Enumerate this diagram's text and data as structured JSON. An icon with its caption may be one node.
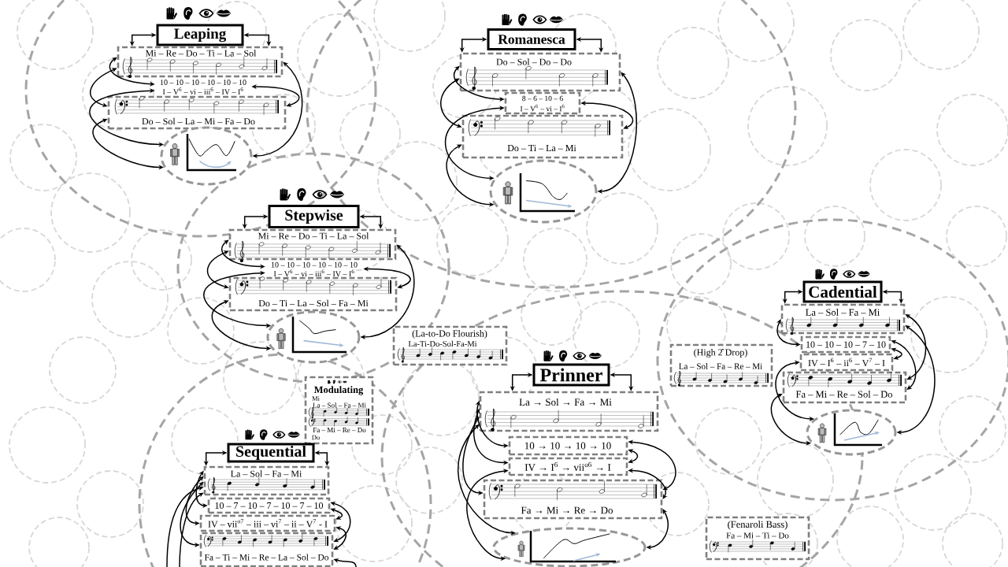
{
  "diagram": {
    "nodes": [
      {
        "text": [
          "Leaping"
        ]
      },
      {
        "text": [
          "Mi – Re – Do – Ti – La – Sol"
        ]
      },
      {
        "text": [
          "10 – 10 – 10 – 10 – 10 – 10",
          "I – V$^{6}$ – vi – iii$^{6}$ – IV – I$^{6}$"
        ]
      },
      {
        "text": [
          "Do – Sol – La – Mi – Fa – Do"
        ]
      },
      {
        "text": [],
        "shape": "ellipse"
      },
      {
        "text": [
          "Romanesca"
        ]
      },
      {
        "text": [
          "Do – Sol – Do – Do"
        ]
      },
      {
        "text": [
          "8 – 6 – 10 – 6",
          "I – V$^{6}$ – vi – I$^{6}$"
        ]
      },
      {
        "text": [
          "Do – Ti – La – Mi"
        ]
      },
      {
        "text": [],
        "shape": "ellipse"
      },
      {
        "text": [
          "Stepwise"
        ]
      },
      {
        "text": [
          "Mi – Re – Do – Ti – La – Sol"
        ]
      },
      {
        "text": [
          "10 – 10 – 10 – 10 – 10 – 10",
          "I – V$^{6}$ – vi – iii$^{6}$ – IV – I$^{6}$"
        ]
      },
      {
        "text": [
          "Do – Ti – La – Sol – Fa – Mi"
        ]
      },
      {
        "text": [],
        "shape": "ellipse"
      },
      {
        "text": [
          "Cadential"
        ]
      },
      {
        "text": [
          "La – Sol – Fa – Mi"
        ]
      },
      {
        "text": [
          "10 – 10 – 10 – 7 – 10"
        ]
      },
      {
        "text": [
          "IV – I$^{6}$ – ii$^{6}$ – V$^{7}$ – I"
        ]
      },
      {
        "text": [
          "Fa – Mi – Re – Sol – Do"
        ]
      },
      {
        "text": [],
        "shape": "ellipse"
      },
      {
        "text": [
          "(La-to-Do Flourish)",
          "La-Ti-Do-Sol-Fa-Mi"
        ]
      },
      {
        "text": [
          "(High 2̂ Drop)",
          "La – Sol – Fa – Re – Mi"
        ]
      },
      {
        "text": [
          "Modulating",
          "Mi",
          "La – Sol – Fa – Mi",
          "Fa – Mi – Re – Do",
          "Do"
        ]
      },
      {
        "text": [
          "Prinner"
        ]
      },
      {
        "text": [
          "La → Sol → Fa → Mi"
        ]
      },
      {
        "text": [
          "10 → 10 → 10 → 10"
        ]
      },
      {
        "text": [
          "IV → I$^{6}$ → vii$^{o6}$ → I"
        ]
      },
      {
        "text": [
          "Fa → Mi → Re → Do"
        ]
      },
      {
        "text": [],
        "shape": "ellipse"
      },
      {
        "text": [
          "Sequential"
        ]
      },
      {
        "text": [
          "La – Sol – Fa – Mi"
        ]
      },
      {
        "text": [
          "10 – 7 – 10 – 7 – 10 – 7 – 10"
        ]
      },
      {
        "text": [
          "IV – vii$^{o7}$ – iii – vi$^{7}$ – ii – V$^{7}$ - I"
        ]
      },
      {
        "text": [
          "Fa – Ti – Mi – Re – La – Sol – Do"
        ]
      },
      {
        "text": [
          "(Fenaroli Bass)",
          "Fa – Mi – Ti – Do"
        ]
      }
    ],
    "edges": [
      {
        "from": 0,
        "to": 1,
        "arrow": "both"
      },
      {
        "from": 0,
        "to": 1,
        "arrow": "both"
      },
      {
        "from": 1,
        "to": 2,
        "arrow": "both"
      },
      {
        "from": 1,
        "to": 3,
        "arrow": "both"
      },
      {
        "from": 2,
        "to": 4,
        "arrow": "both"
      },
      {
        "from": 3,
        "to": 4,
        "arrow": "both"
      },
      {
        "from": 2,
        "to": 3,
        "arrow": "both"
      },
      {
        "from": 1,
        "to": 4,
        "arrow": "both"
      },
      {
        "from": 5,
        "to": 6,
        "arrow": "both"
      },
      {
        "from": 5,
        "to": 6,
        "arrow": "both"
      },
      {
        "from": 6,
        "to": 7,
        "arrow": "both"
      },
      {
        "from": 6,
        "to": 8,
        "arrow": "both"
      },
      {
        "from": 7,
        "to": 9,
        "arrow": "both"
      },
      {
        "from": 8,
        "to": 9,
        "arrow": "both"
      },
      {
        "from": 7,
        "to": 8,
        "arrow": "both"
      },
      {
        "from": 6,
        "to": 9,
        "arrow": "both"
      },
      {
        "from": 10,
        "to": 11,
        "arrow": "both"
      },
      {
        "from": 10,
        "to": 11,
        "arrow": "both"
      },
      {
        "from": 11,
        "to": 12,
        "arrow": "both"
      },
      {
        "from": 11,
        "to": 13,
        "arrow": "both"
      },
      {
        "from": 12,
        "to": 14,
        "arrow": "both"
      },
      {
        "from": 13,
        "to": 14,
        "arrow": "both"
      },
      {
        "from": 12,
        "to": 13,
        "arrow": "both"
      },
      {
        "from": 11,
        "to": 14,
        "arrow": "both"
      },
      {
        "from": 15,
        "to": 16,
        "arrow": "both"
      },
      {
        "from": 15,
        "to": 16,
        "arrow": "both"
      },
      {
        "from": 16,
        "to": 17,
        "arrow": "both"
      },
      {
        "from": 18,
        "to": 20,
        "arrow": "both"
      },
      {
        "from": 19,
        "to": 20,
        "arrow": "both"
      },
      {
        "from": 16,
        "to": 19,
        "arrow": "both"
      },
      {
        "from": 17,
        "to": 18,
        "arrow": "both"
      },
      {
        "from": 17,
        "to": 19,
        "arrow": "both"
      },
      {
        "from": 16,
        "to": 20,
        "arrow": "both"
      },
      {
        "from": 24,
        "to": 25,
        "arrow": "both"
      },
      {
        "from": 24,
        "to": 25,
        "arrow": "both"
      },
      {
        "from": 25,
        "to": 26,
        "arrow": "both"
      },
      {
        "from": 25,
        "to": 27,
        "arrow": "both"
      },
      {
        "from": 25,
        "to": 28,
        "arrow": "both"
      },
      {
        "from": 25,
        "to": 29,
        "arrow": "both"
      },
      {
        "from": 26,
        "to": 27,
        "arrow": "both"
      },
      {
        "from": 26,
        "to": 28,
        "arrow": "both"
      },
      {
        "from": 27,
        "to": 28,
        "arrow": "both"
      },
      {
        "from": 28,
        "to": 29,
        "arrow": "both"
      },
      {
        "from": 27,
        "to": 29,
        "arrow": "both"
      },
      {
        "from": 30,
        "to": 31,
        "arrow": "both"
      },
      {
        "from": 30,
        "to": 31,
        "arrow": "both"
      },
      {
        "from": 31,
        "to": 32,
        "arrow": "both"
      },
      {
        "from": 31,
        "to": 33,
        "arrow": "both"
      },
      {
        "from": 31,
        "to": 34,
        "arrow": "both"
      },
      {
        "from": null,
        "to": 31,
        "arrow": "to"
      },
      {
        "from": null,
        "to": 31,
        "arrow": "to"
      },
      {
        "from": 32,
        "to": 33,
        "arrow": "both"
      },
      {
        "from": 32,
        "to": 34,
        "arrow": "both"
      },
      {
        "from": 33,
        "to": 34,
        "arrow": "both"
      },
      {
        "from": null,
        "to": 34,
        "arrow": "to"
      }
    ]
  }
}
